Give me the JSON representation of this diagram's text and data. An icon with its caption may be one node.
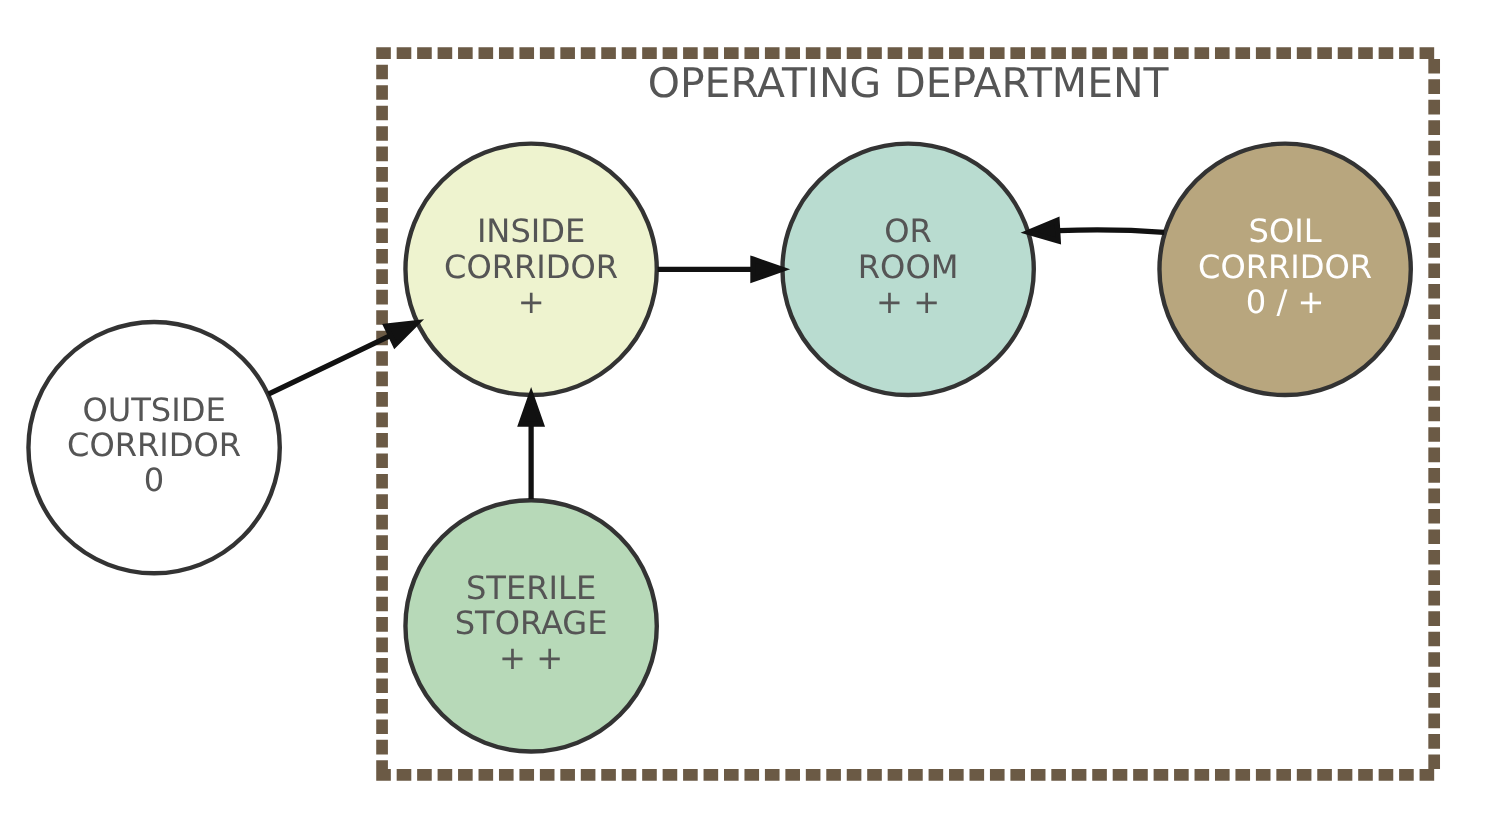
{
  "diagram": {
    "nodes": [
      {
        "text": [
          "OPERATING DEPARTMENT"
        ]
      },
      {
        "text": [
          "OUTSIDE CORRIDOR",
          "0"
        ]
      },
      {
        "text": [
          "INSIDE CORRIDOR",
          "+"
        ],
        "in": 0
      },
      {
        "text": [
          "OR ROOM",
          "+ +"
        ],
        "in": 0
      },
      {
        "text": [
          "SOIL CORRIDOR",
          "0 / +"
        ],
        "in": 0
      },
      {
        "text": [
          "STERILE STORAGE",
          "+ +"
        ],
        "in": 0
      }
    ],
    "edges": [
      {
        "from": 1,
        "to": 2,
        "arrow": "to"
      },
      {
        "from": 2,
        "to": 3,
        "arrow": "to"
      },
      {
        "from": 4,
        "to": 3,
        "arrow": "to"
      },
      {
        "from": 5,
        "to": 2,
        "arrow": "to"
      }
    ]
  }
}
